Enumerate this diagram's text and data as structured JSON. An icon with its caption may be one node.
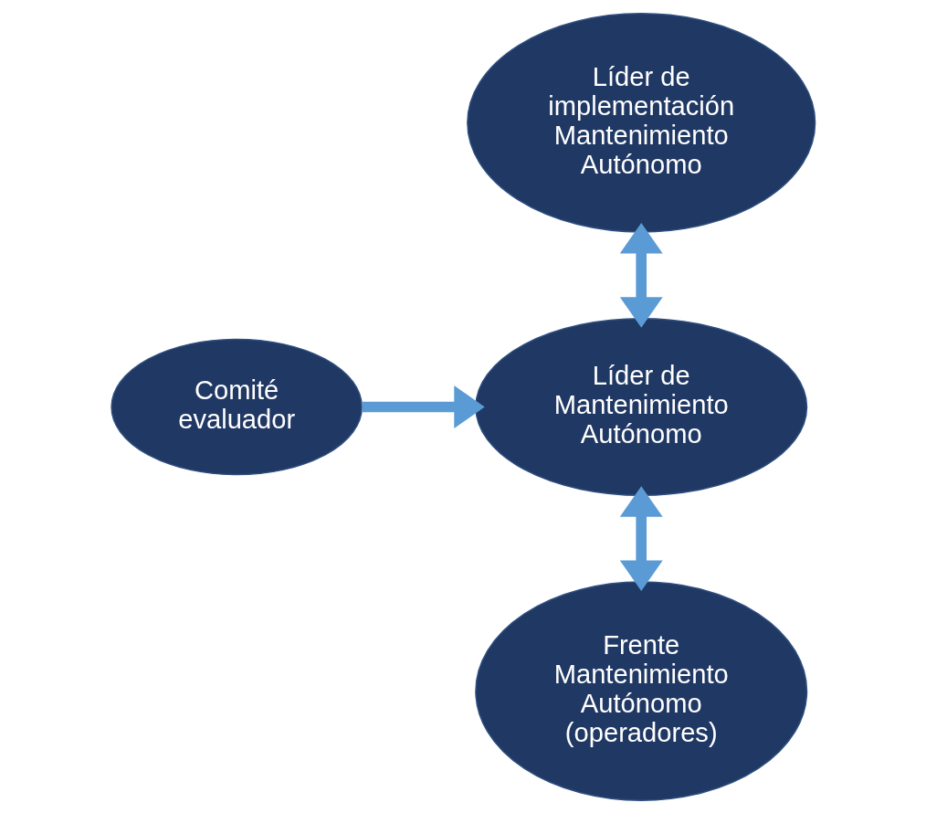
{
  "diagram": {
    "nodes": [
      {
        "text": [
          "Líder de implementación Mantenimiento Autónomo"
        ]
      },
      {
        "text": [
          "Líder de Mantenimiento Autónomo"
        ]
      },
      {
        "text": [
          "Comité evaluador"
        ]
      },
      {
        "text": [
          "Frente Mantenimiento Autónomo (operadores)"
        ]
      }
    ],
    "edges": [
      {
        "from": 0,
        "to": 1,
        "arrow": "both"
      },
      {
        "from": 2,
        "to": 1,
        "arrow": "to"
      },
      {
        "from": 1,
        "to": 3,
        "arrow": "both"
      }
    ]
  }
}
